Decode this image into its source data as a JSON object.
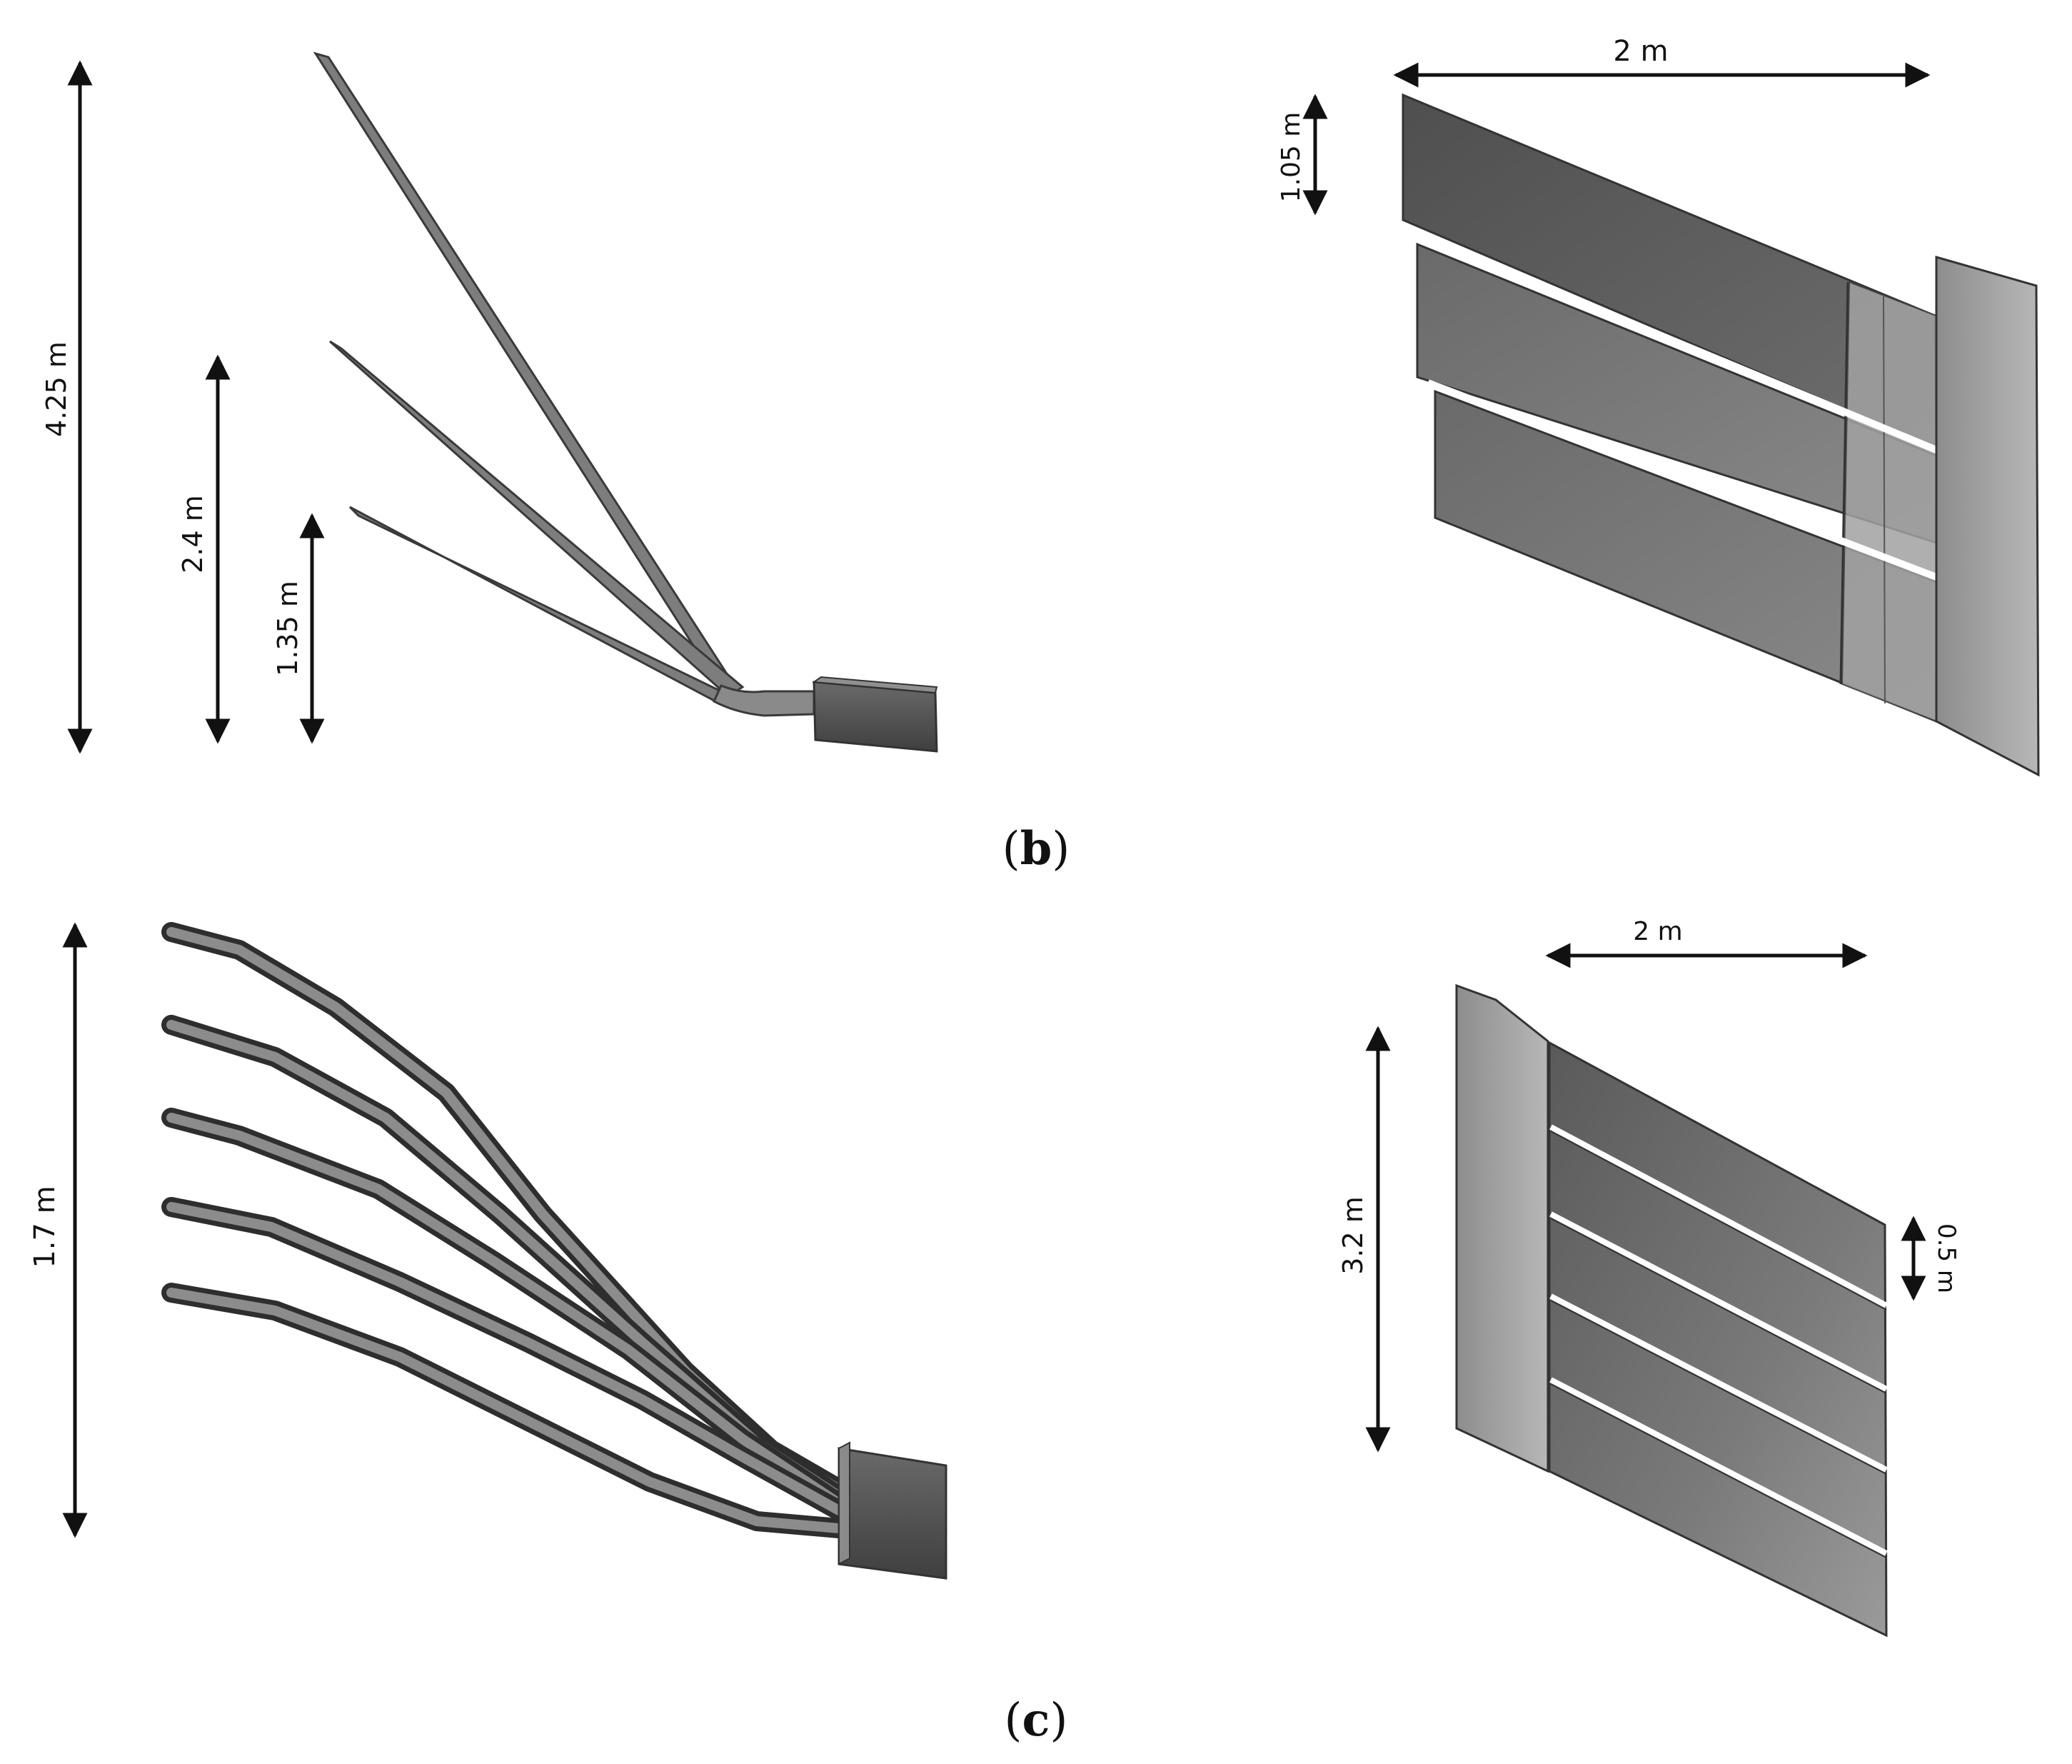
{
  "panel_b": {
    "caption_letter": "b",
    "side_view": {
      "dim_total": "4.25 m",
      "dim_middle": "2.4 m",
      "dim_lower": "1.35 m"
    },
    "top_view": {
      "dim_width": "2 m",
      "dim_chord": "1.05 m"
    }
  },
  "panel_c": {
    "caption_letter": "c",
    "side_view": {
      "dim_height": "1.7 m"
    },
    "top_view": {
      "dim_width": "2 m",
      "dim_height": "3.2 m",
      "dim_chord": "0.5 m"
    }
  },
  "colors": {
    "background": "#ffffff",
    "ink": "#111111",
    "surface_dark": "#5c5c5c",
    "surface_mid": "#7a7a7a",
    "surface_light": "#a8a8a8"
  }
}
